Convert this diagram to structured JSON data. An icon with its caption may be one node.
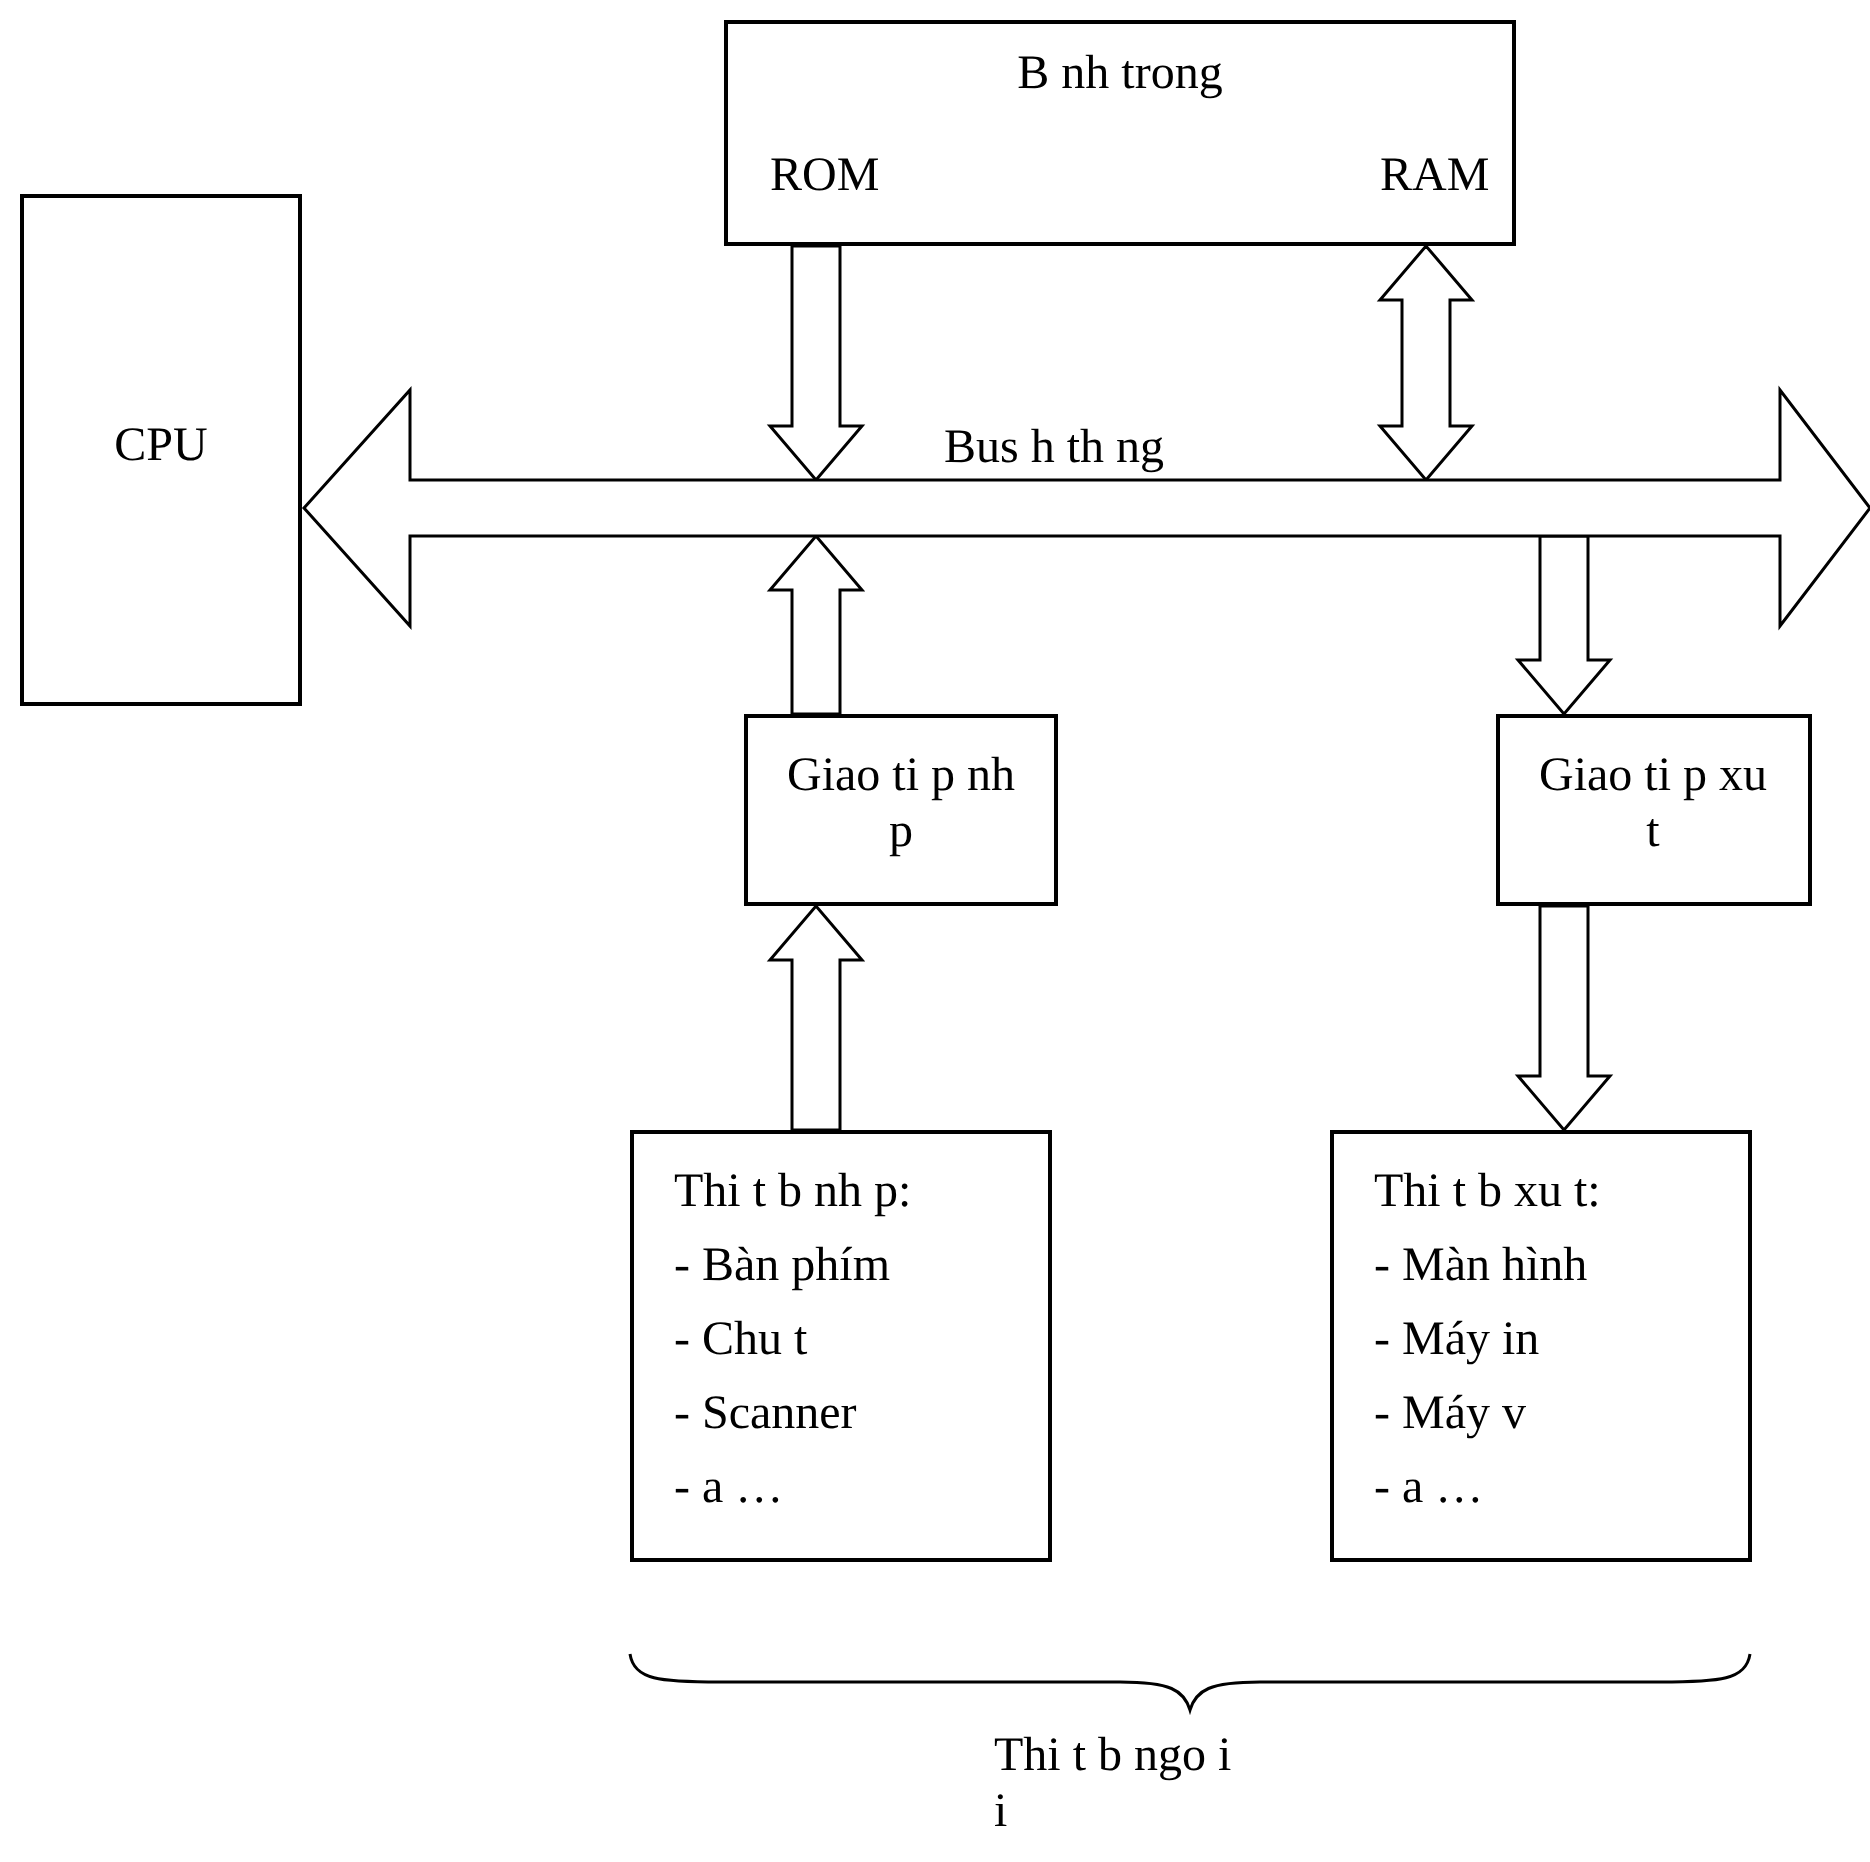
{
  "diagram": {
    "nodes": [
      {
        "text": [
          "B nh trong",
          "ROM",
          "RAM"
        ]
      },
      {
        "text": [
          "CPU"
        ]
      },
      {
        "text": [
          "Bus h th ng"
        ]
      },
      {
        "text": [
          "Giao ti p nh p"
        ]
      },
      {
        "text": [
          "Giao ti p xu t"
        ]
      },
      {
        "text": [
          "Thi t b nh p:",
          "- Bàn phím",
          "- Chu t",
          "- Scanner",
          "- a …"
        ]
      },
      {
        "text": [
          "Thi t b xu t:",
          "- Màn hình",
          "- Máy in",
          "- Máy v",
          "- a …"
        ]
      }
    ],
    "edges": [
      {
        "from": 0,
        "to": 2,
        "arrow": "to"
      },
      {
        "from": 0,
        "to": 2,
        "arrow": "both"
      },
      {
        "from": 3,
        "to": 2,
        "arrow": "to"
      },
      {
        "from": 2,
        "to": 4,
        "arrow": "to"
      },
      {
        "from": 5,
        "to": 3,
        "arrow": "to"
      },
      {
        "from": 4,
        "to": 6,
        "arrow": "to"
      }
    ],
    "labels": [
      "Thi t b ngo i i"
    ]
  }
}
